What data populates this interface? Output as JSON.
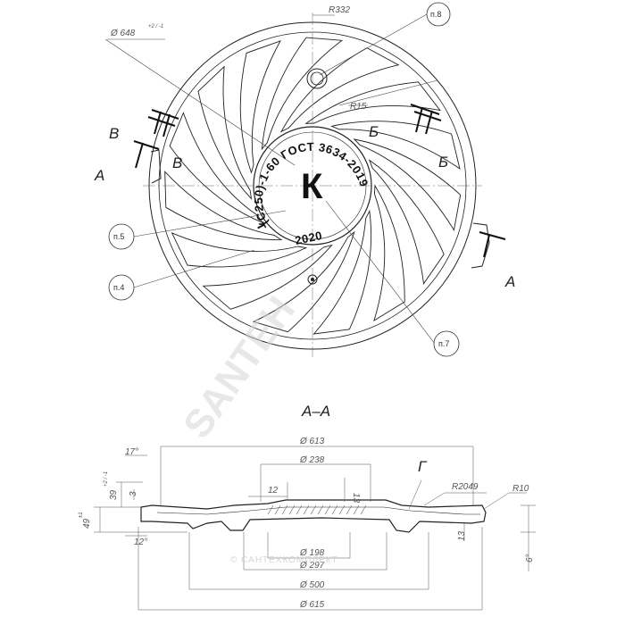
{
  "plan": {
    "labels": {
      "A_left": "А",
      "A_right": "А",
      "B_left": "В",
      "B_inside": "В",
      "V_right": "Б",
      "V_inside": "Б"
    },
    "dimensions": {
      "diameter": "Ø 648",
      "diameter_tol": "+2 / -1",
      "radius_outer": "R332",
      "radius_rib": "R15"
    },
    "callouts": {
      "p8": "п.8",
      "p5": "п.5",
      "p4": "п.4",
      "p7": "п.7"
    },
    "stamp": {
      "letter": "К",
      "arc_text": "(С250)-1-60 ГОСТ 3634-2019",
      "prefix": "Т",
      "year": "2020"
    }
  },
  "section": {
    "title": "А–А",
    "detail_mark": "Г",
    "dims": {
      "d613": "Ø 613",
      "d238": "Ø 238",
      "d198": "Ø 198",
      "d297": "Ø 297",
      "d500": "Ø 500",
      "d615": "Ø 615",
      "ang17": "17°",
      "ang12": "12°",
      "ang6": "6°",
      "h12": "12",
      "h13a": "13",
      "h13b": "13",
      "h3": "3",
      "h39": "39",
      "h39_tol": "+2 / -1",
      "h49": "49",
      "h49_tol": "±1",
      "r2049": "R2049",
      "r10": "R10"
    }
  },
  "watermark": {
    "main": "SANTEH",
    "secondary": "© САНТЕХКОМПЛЕКТ"
  }
}
